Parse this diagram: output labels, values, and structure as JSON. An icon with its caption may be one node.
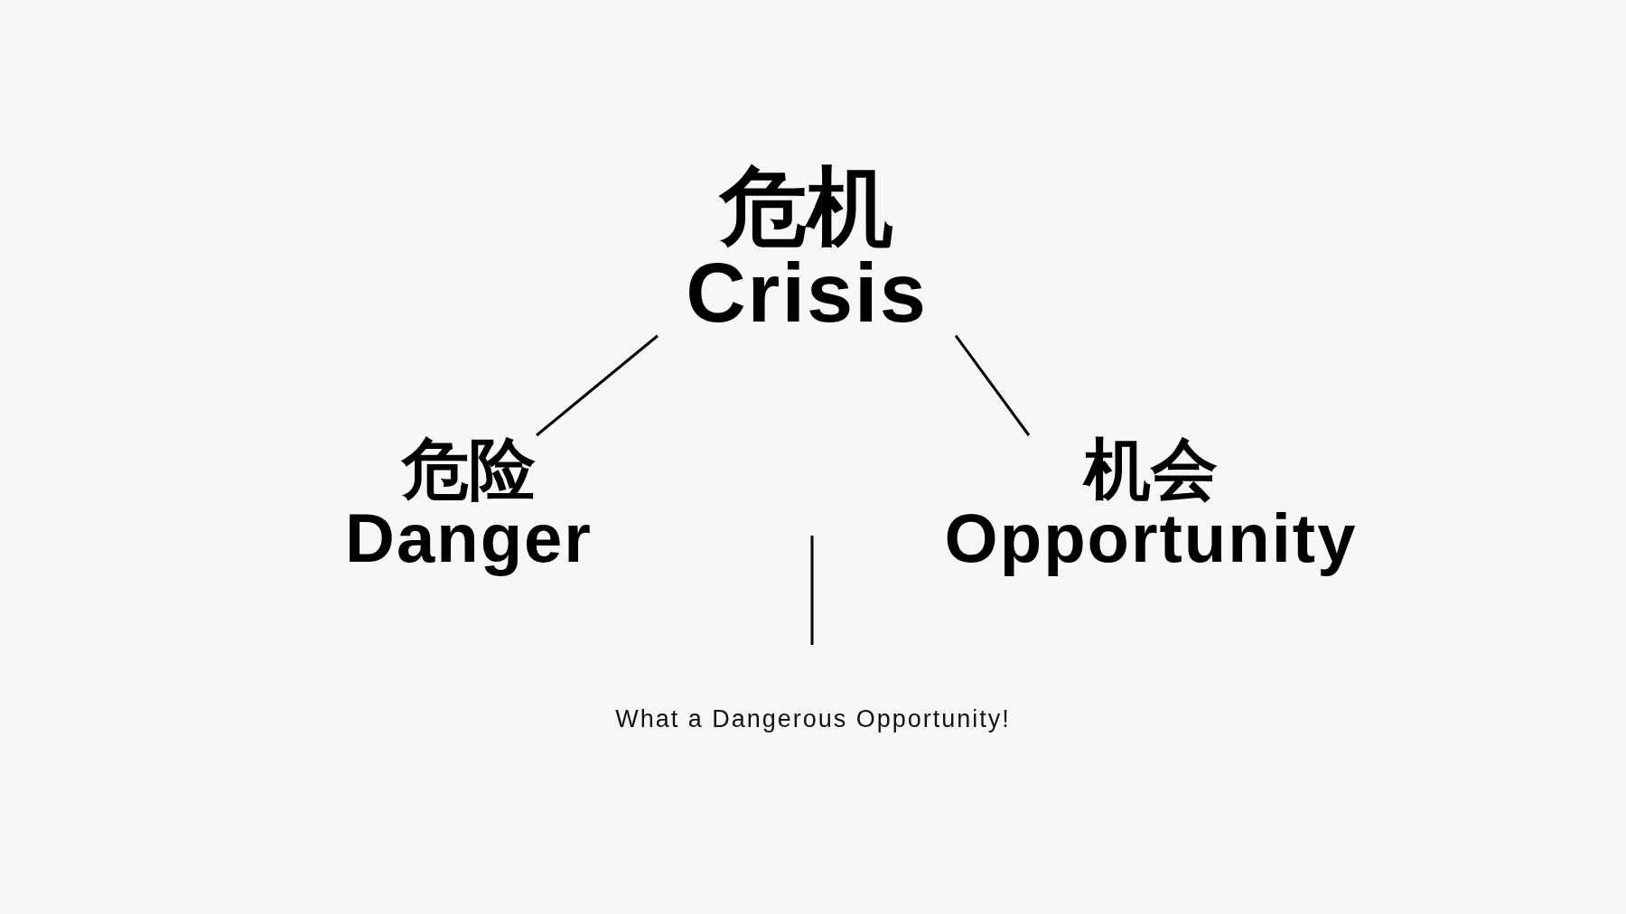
{
  "diagram": {
    "caption": "What a Dangerous Opportunity!",
    "nodes": [
      {
        "text": [
          "危机",
          "Crisis"
        ]
      },
      {
        "text": [
          "危险",
          "Danger"
        ]
      },
      {
        "text": [
          "机会",
          "Opportunity"
        ]
      }
    ],
    "edges": [
      {
        "from": 0,
        "to": 1,
        "arrow": "none"
      },
      {
        "from": 0,
        "to": 2,
        "arrow": "none"
      }
    ]
  }
}
